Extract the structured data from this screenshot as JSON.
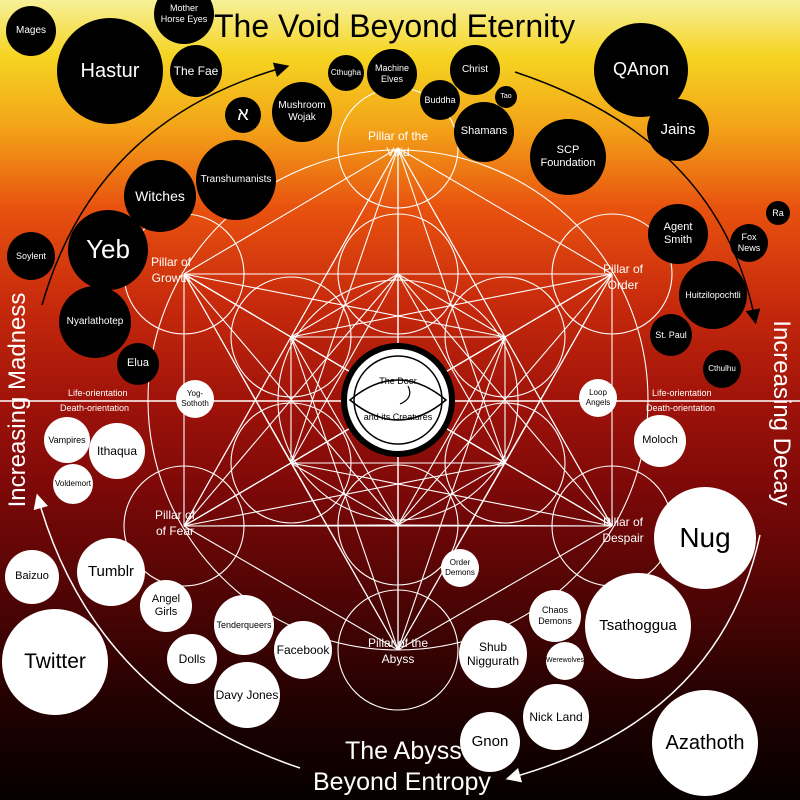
{
  "title": "The Void Beyond Eternity",
  "bottom_title_line1": "The Abyss",
  "bottom_title_line2": "Beyond Entropy",
  "left_axis_label": "Increasing Madness",
  "right_axis_label": "Increasing Decay",
  "center": {
    "line1": "The Door",
    "line2": "and its Creatures"
  },
  "pillars": {
    "void": "Pillar of the\nVoid",
    "growth": "Pillar of\nGrowth",
    "order": "Pillar of\nOrder",
    "fear": "Pillar of\nof Fear",
    "despair": "Pillar of\nDespair",
    "abyss": "Pillar of the\nAbyss"
  },
  "orientation": {
    "left_life": "Life-orientation",
    "left_death": "Death-orientation",
    "right_life": "Life-orientation",
    "right_death": "Death-orientation"
  },
  "nodes": {
    "mages": "Mages",
    "mother_horse_eyes": "Mother\nHorse Eyes",
    "hastur": "Hastur",
    "the_fae": "The Fae",
    "cthugha": "Cthugha",
    "machine_elves": "Machine\nElves",
    "christ": "Christ",
    "tao": "Tao",
    "buddha": "Buddha",
    "qanon": "QAnon",
    "aleph": "א",
    "mushroom_wojak": "Mushroom\nWojak",
    "shamans": "Shamans",
    "jains": "Jains",
    "transhumanists": "Transhumanists",
    "scp_foundation": "SCP\nFoundation",
    "witches": "Witches",
    "ra": "Ra",
    "agent_smith": "Agent\nSmith",
    "fox_news": "Fox\nNews",
    "soylent": "Soylent",
    "yeb": "Yeb",
    "huitzilopochtli": "Huitzilopochtli",
    "nyarlathotep": "Nyarlathotep",
    "st_paul": "St. Paul",
    "elua": "Elua",
    "cthulhu": "Cthulhu",
    "yog_sothoth": "Yog-\nSothoth",
    "loop_angels": "Loop\nAngels",
    "vampires": "Vampires",
    "ithaqua": "Ithaqua",
    "moloch": "Moloch",
    "voldemort": "Voldemort",
    "nug": "Nug",
    "order_demons": "Order\nDemons",
    "baizuo": "Baizuo",
    "tumblr": "Tumblr",
    "angel_girls": "Angel\nGirls",
    "tenderqueers": "Tenderqueers",
    "chaos_demons": "Chaos\nDemons",
    "tsathoggua": "Tsathoggua",
    "twitter": "Twitter",
    "dolls": "Dolls",
    "facebook": "Facebook",
    "shub_niggurath": "Shub\nNiggurath",
    "werewolves": "Werewolves",
    "davy_jones": "Davy Jones",
    "nick_land": "Nick Land",
    "gnon": "Gnon",
    "azathoth": "Azathoth"
  }
}
